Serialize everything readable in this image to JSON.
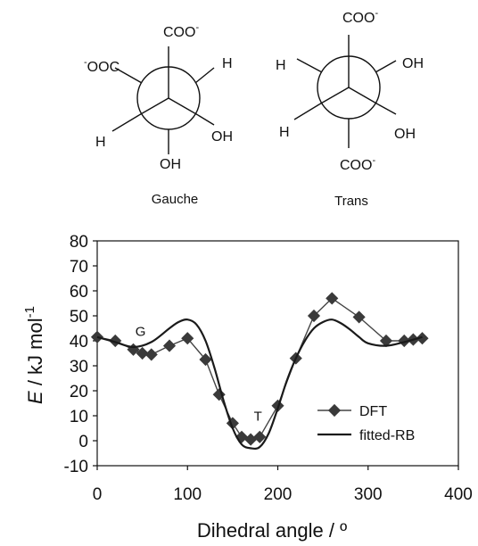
{
  "newman_projections": [
    {
      "caption": "Gauche",
      "front": {
        "top": "COO",
        "lower_left": "H",
        "lower_right": "OH"
      },
      "back": {
        "upper_left": "OOC",
        "upper_right": "H",
        "bottom": "OH"
      },
      "charge": "-"
    },
    {
      "caption": "Trans",
      "front": {
        "top": "COO",
        "lower_left": "H",
        "lower_right": "OH"
      },
      "back": {
        "upper_left": "H",
        "upper_right": "OH",
        "bottom": "COO"
      },
      "charge": "-"
    }
  ],
  "chart_data": {
    "type": "line",
    "xlabel": "Dihedral angle / º",
    "ylabel": {
      "symbol": "E",
      "text": " / kJ mol",
      "superscript": "-1"
    },
    "xlim": [
      0,
      400
    ],
    "ylim": [
      -10,
      80
    ],
    "xticks": [
      "0",
      "100",
      "200",
      "300",
      "400"
    ],
    "yticks": [
      "-10",
      "0",
      "10",
      "20",
      "30",
      "40",
      "50",
      "60",
      "70",
      "80"
    ],
    "grid": false,
    "legend_position": "lower-right",
    "annotations": [
      {
        "text": "G",
        "x": 48,
        "y": 42
      },
      {
        "text": "T",
        "x": 178,
        "y": 8
      }
    ],
    "series": [
      {
        "name": "DFT",
        "style": "line-diamond-markers",
        "color": "#444444",
        "x": [
          0,
          20,
          40,
          50,
          60,
          80,
          100,
          120,
          135,
          150,
          160,
          170,
          180,
          200,
          220,
          240,
          260,
          290,
          320,
          340,
          350,
          360
        ],
        "y": [
          41.5,
          40,
          36.5,
          35,
          34.5,
          38,
          41,
          32.5,
          18.5,
          7,
          1.5,
          0.5,
          1.5,
          14,
          33,
          50,
          57,
          49.5,
          40,
          40,
          40.5,
          41
        ]
      },
      {
        "name": "fitted-RB",
        "style": "line",
        "color": "#1a1a1a",
        "x": [
          0,
          20,
          40,
          60,
          80,
          90,
          100,
          110,
          120,
          130,
          140,
          150,
          160,
          170,
          180,
          190,
          200,
          210,
          220,
          230,
          240,
          250,
          260,
          270,
          280,
          290,
          300,
          320,
          340,
          360
        ],
        "y": [
          41.5,
          39.5,
          37.5,
          39.5,
          45,
          47.5,
          48.5,
          46.5,
          40,
          29,
          16,
          5,
          -1.5,
          -3,
          -2.5,
          3,
          13,
          24,
          33,
          40,
          45,
          47.5,
          48.5,
          47,
          44.5,
          41.5,
          39,
          38,
          39.5,
          41.5
        ]
      }
    ]
  }
}
